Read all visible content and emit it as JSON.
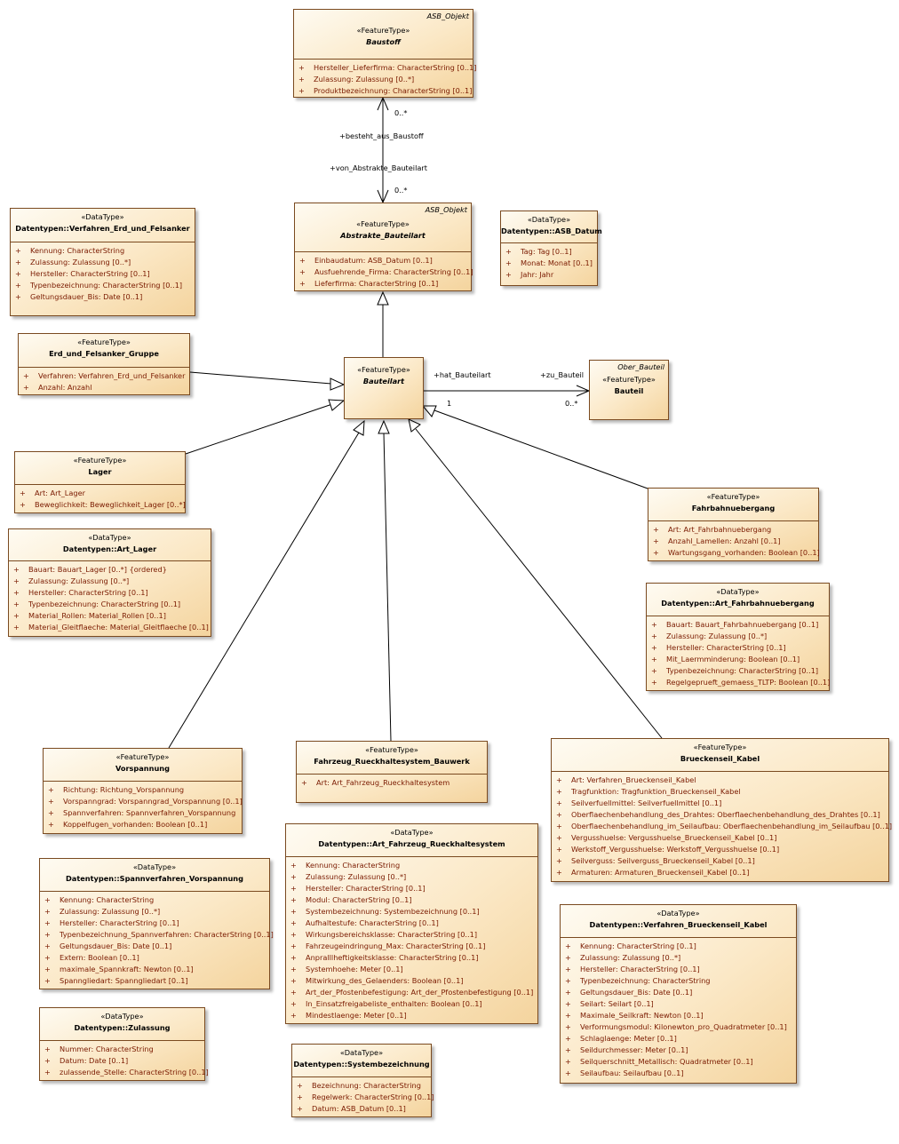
{
  "classes": {
    "baustoff": {
      "package": "ASB_Objekt",
      "stereotype": "«FeatureType»",
      "name": "Baustoff",
      "attrs": [
        "Hersteller_Lieferfirma: CharacterString [0..1]",
        "Zulassung: Zulassung [0..*]",
        "Produktbezeichnung: CharacterString [0..1]"
      ]
    },
    "abstrakte": {
      "package": "ASB_Objekt",
      "stereotype": "«FeatureType»",
      "name": "Abstrakte_Bauteilart",
      "attrs": [
        "Einbaudatum: ASB_Datum [0..1]",
        "Ausfuehrende_Firma: CharacterString [0..1]",
        "Lieferfirma: CharacterString [0..1]"
      ]
    },
    "vef": {
      "stereotype": "«DataType»",
      "name": "Datentypen::Verfahren_Erd_und_Felsanker",
      "attrs": [
        "Kennung: CharacterString",
        "Zulassung: Zulassung [0..*]",
        "Hersteller: CharacterString [0..1]",
        "Typenbezeichnung: CharacterString [0..1]",
        "Geltungsdauer_Bis: Date [0..1]"
      ]
    },
    "asbdatum": {
      "stereotype": "«DataType»",
      "name": "Datentypen::ASB_Datum",
      "attrs": [
        "Tag: Tag [0..1]",
        "Monat: Monat [0..1]",
        "Jahr: Jahr"
      ]
    },
    "efg": {
      "stereotype": "«FeatureType»",
      "name": "Erd_und_Felsanker_Gruppe",
      "attrs": [
        "Verfahren: Verfahren_Erd_und_Felsanker",
        "Anzahl: Anzahl"
      ]
    },
    "bauteilart": {
      "stereotype": "«FeatureType»",
      "name": "Bauteilart"
    },
    "bauteil": {
      "package": "Ober_Bauteil",
      "stereotype": "«FeatureType»",
      "name": "Bauteil"
    },
    "lager": {
      "stereotype": "«FeatureType»",
      "name": "Lager",
      "attrs": [
        "Art: Art_Lager",
        "Beweglichkeit: Beweglichkeit_Lager [0..*]"
      ]
    },
    "fahrbahn": {
      "stereotype": "«FeatureType»",
      "name": "Fahrbahnuebergang",
      "attrs": [
        "Art: Art_Fahrbahnuebergang",
        "Anzahl_Lamellen: Anzahl [0..1]",
        "Wartungsgang_vorhanden: Boolean [0..1]"
      ]
    },
    "artlager": {
      "stereotype": "«DataType»",
      "name": "Datentypen::Art_Lager",
      "attrs": [
        "Bauart: Bauart_Lager [0..*] {ordered}",
        "Zulassung: Zulassung [0..*]",
        "Hersteller: CharacterString [0..1]",
        "Typenbezeichnung: CharacterString [0..1]",
        "Material_Rollen: Material_Rollen [0..1]",
        "Material_Gleitflaeche: Material_Gleitflaeche [0..1]"
      ]
    },
    "artfahrbahn": {
      "stereotype": "«DataType»",
      "name": "Datentypen::Art_Fahrbahnuebergang",
      "attrs": [
        "Bauart: Bauart_Fahrbahnuebergang [0..1]",
        "Zulassung: Zulassung [0..*]",
        "Hersteller: CharacterString [0..1]",
        "Mit_Laermminderung: Boolean [0..1]",
        "Typenbezeichnung: CharacterString [0..1]",
        "Regelgeprueft_gemaess_TLTP: Boolean [0..1]"
      ]
    },
    "vorspannung": {
      "stereotype": "«FeatureType»",
      "name": "Vorspannung",
      "attrs": [
        "Richtung: Richtung_Vorspannung",
        "Vorspanngrad: Vorspanngrad_Vorspannung [0..1]",
        "Spannverfahren: Spannverfahren_Vorspannung",
        "Koppelfugen_vorhanden: Boolean [0..1]"
      ]
    },
    "fahrzeugrs": {
      "stereotype": "«FeatureType»",
      "name": "Fahrzeug_Rueckhaltesystem_Bauwerk",
      "attrs": [
        "Art: Art_Fahrzeug_Rueckhaltesystem"
      ]
    },
    "brueckenseil": {
      "stereotype": "«FeatureType»",
      "name": "Brueckenseil_Kabel",
      "attrs": [
        "Art: Verfahren_Brueckenseil_Kabel",
        "Tragfunktion: Tragfunktion_Brueckenseil_Kabel",
        "Seilverfuellmittel: Seilverfuellmittel [0..1]",
        "Oberflaechenbehandlung_des_Drahtes: Oberflaechenbehandlung_des_Drahtes [0..1]",
        "Oberflaechenbehandlung_im_Seilaufbau: Oberflaechenbehandlung_im_Seilaufbau [0..1]",
        "Vergusshuelse: Vergusshuelse_Brueckenseil_Kabel [0..1]",
        "Werkstoff_Vergusshuelse: Werkstoff_Vergusshuelse [0..1]",
        "Seilverguss: Seilverguss_Brueckenseil_Kabel [0..1]",
        "Armaturen: Armaturen_Brueckenseil_Kabel [0..1]"
      ]
    },
    "artfrs": {
      "stereotype": "«DataType»",
      "name": "Datentypen::Art_Fahrzeug_Rueckhaltesystem",
      "attrs": [
        "Kennung: CharacterString",
        "Zulassung: Zulassung [0..*]",
        "Hersteller: CharacterString [0..1]",
        "Modul: CharacterString [0..1]",
        "Systembezeichnung: Systembezeichnung [0..1]",
        "Aufhaltestufe: CharacterString [0..1]",
        "Wirkungsbereichsklasse: CharacterString [0..1]",
        "Fahrzeugeindringung_Max: CharacterString [0..1]",
        "Anpralllheftigkeitsklasse: CharacterString [0..1]",
        "Systemhoehe: Meter [0..1]",
        "Mitwirkung_des_Gelaenders: Boolean [0..1]",
        "Art_der_Pfostenbefestigung: Art_der_Pfostenbefestigung [0..1]",
        "In_Einsatzfreigabeliste_enthalten: Boolean [0..1]",
        "Mindestlaenge: Meter [0..1]"
      ]
    },
    "spannverfahren": {
      "stereotype": "«DataType»",
      "name": "Datentypen::Spannverfahren_Vorspannung",
      "attrs": [
        "Kennung: CharacterString",
        "Zulassung: Zulassung [0..*]",
        "Hersteller: CharacterString [0..1]",
        "Typenbezeichnung_Spannverfahren: CharacterString [0..1]",
        "Geltungsdauer_Bis: Date [0..1]",
        "Extern: Boolean [0..1]",
        "maximale_Spannkraft: Newton [0..1]",
        "Spanngliedart: Spanngliedart [0..1]"
      ]
    },
    "verfbk": {
      "stereotype": "«DataType»",
      "name": "Datentypen::Verfahren_Brueckenseil_Kabel",
      "attrs": [
        "Kennung: CharacterString [0..1]",
        "Zulassung: Zulassung [0..*]",
        "Hersteller: CharacterString [0..1]",
        "Typenbezeichnung: CharacterString",
        "Geltungsdauer_Bis: Date [0..1]",
        "Seilart: Seilart [0..1]",
        "Maximale_Seilkraft: Newton [0..1]",
        "Verformungsmodul: Kilonewton_pro_Quadratmeter [0..1]",
        "Schlaglaenge: Meter [0..1]",
        "Seildurchmesser: Meter [0..1]",
        "Seilquerschnitt_Metallisch: Quadratmeter [0..1]",
        "Seilaufbau: Seilaufbau [0..1]"
      ]
    },
    "zulassung": {
      "stereotype": "«DataType»",
      "name": "Datentypen::Zulassung",
      "attrs": [
        "Nummer: CharacterString",
        "Datum: Date [0..1]",
        "zulassende_Stelle: CharacterString [0..1]"
      ]
    },
    "systembez": {
      "stereotype": "«DataType»",
      "name": "Datentypen::Systembezeichnung",
      "attrs": [
        "Bezeichnung: CharacterString",
        "Regelwerk: CharacterString [0..1]",
        "Datum: ASB_Datum [0..1]"
      ]
    }
  },
  "visibility": "+",
  "labels": {
    "besteht_role": "+besteht_aus_Baustoff",
    "besteht_mult": "0..*",
    "von_role": "+von_Abstrakte_Bauteilart",
    "von_mult": "0..*",
    "hat_role": "+hat_Bauteilart",
    "hat_mult": "1",
    "zu_role": "+zu_Bauteil",
    "zu_mult": "0..*"
  }
}
